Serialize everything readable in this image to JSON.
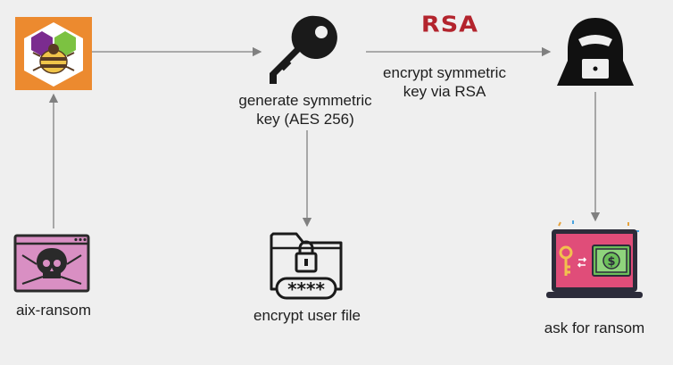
{
  "nodes": {
    "source": {
      "label": "aix-ransom",
      "icon": "hacker-laptop-skull-icon"
    },
    "key_gen": {
      "label_line1": "generate symmetric",
      "label_line2": "key (AES 256)",
      "icon": "key-icon"
    },
    "encrypt_file": {
      "label": "encrypt user file",
      "icon": "locked-folder-icon"
    },
    "attacker": {
      "label_line1": "encrypt symmetric",
      "label_line2": "key via RSA",
      "icon": "hooded-hacker-icon"
    },
    "ransom": {
      "label": "ask for ransom",
      "icon": "laptop-key-money-icon"
    },
    "malware_logo": {
      "icon": "bug-hexagon-logo-icon"
    }
  },
  "rsa_logo": "RSA",
  "colors": {
    "background": "#efefef",
    "arrow": "#808080",
    "logo_orange": "#ec8a2f",
    "rsa_red": "#b3242d",
    "skull_pink": "#d98fc3",
    "screen_pink": "#e04d79"
  }
}
